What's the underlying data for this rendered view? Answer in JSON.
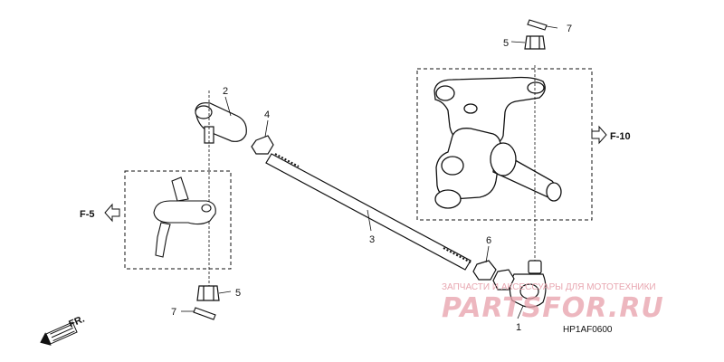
{
  "callouts": {
    "c1": "1",
    "c2": "2",
    "c3": "3",
    "c4": "4",
    "c5_top": "5",
    "c5_bottom": "5",
    "c6": "6",
    "c7_top": "7",
    "c7_bottom": "7"
  },
  "refs": {
    "right": "F-10",
    "left": "F-5",
    "front": "FR."
  },
  "diagram_code": "HP1AF0600",
  "watermark": {
    "caption": "ЗАПЧАСТИ И АКСЕССУАРЫ ДЛЯ МОТОТЕХНИКИ",
    "logo": "PARTSFOR.RU"
  },
  "colors": {
    "line": "#111111",
    "watermark": "#e8a0aa"
  }
}
